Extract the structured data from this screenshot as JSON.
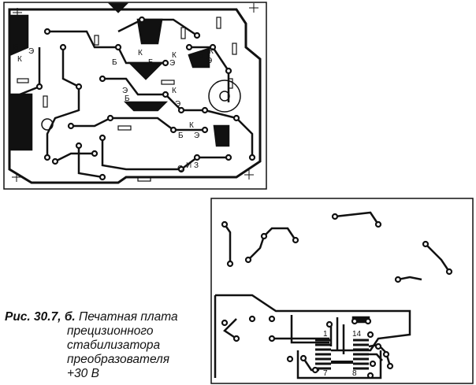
{
  "caption": {
    "figure_ref": "Рис. 30.7, б.",
    "lines": [
      "Печатная плата",
      "прецизионного",
      "стабилизатора",
      "преобразователя",
      "+30 В"
    ]
  },
  "board_top": {
    "pin_labels": [
      "Б",
      "К",
      "Э",
      "Б",
      "К",
      "Э",
      "Б",
      "К",
      "Э",
      "Б",
      "К",
      "Э",
      "Б",
      "К",
      "Э",
      "Б",
      "Э",
      "К",
      "С",
      "И",
      "З"
    ]
  },
  "board_bottom": {
    "pin_labels": [
      "1",
      "14",
      "7",
      "8"
    ]
  },
  "colors": {
    "ink": "#111111",
    "paper": "#ffffff"
  }
}
